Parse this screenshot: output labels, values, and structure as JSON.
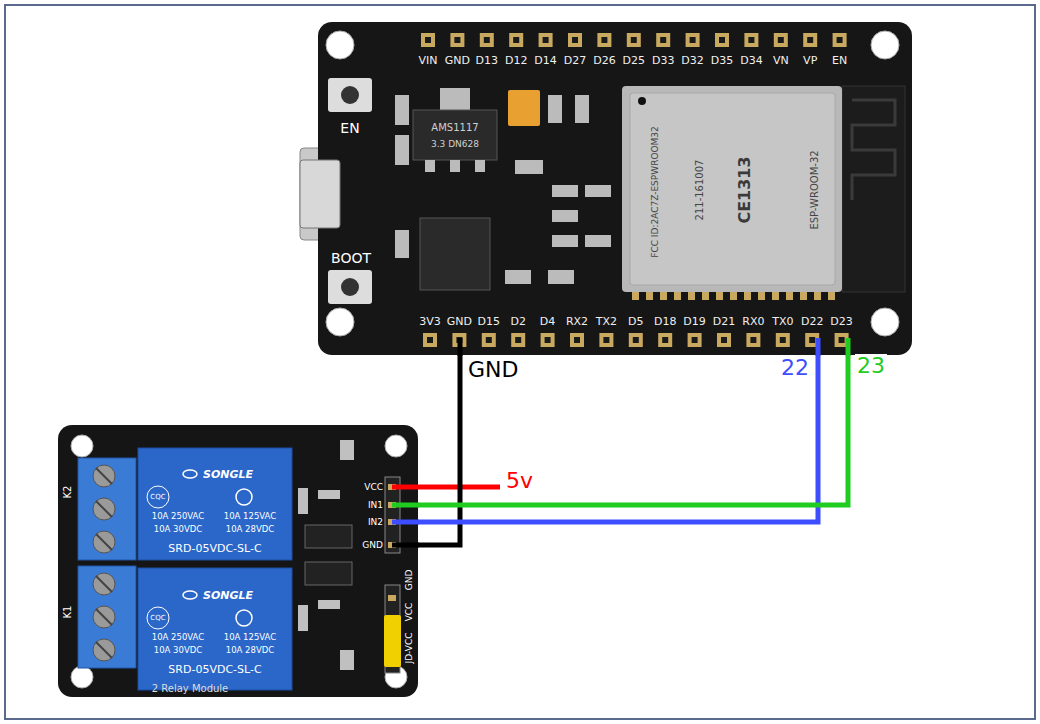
{
  "diagram": {
    "nodes": [
      {
        "text": [
          "VIN",
          "GND",
          "D13",
          "D12",
          "D14",
          "D27",
          "D26",
          "D25",
          "D33",
          "D32",
          "D35",
          "D34",
          "VN",
          "VP",
          "EN",
          "EN",
          "BOOT",
          "3V3",
          "GND",
          "D15",
          "D2",
          "D4",
          "RX2",
          "TX2",
          "D5",
          "D18",
          "D19",
          "D21",
          "RX0",
          "TX0",
          "D22",
          "D23"
        ]
      },
      {
        "text": [
          "AMS1117",
          "3.3 DN628"
        ],
        "in": 0
      },
      {
        "text": [
          "FCC ID:2AC7Z-ESPWROOM32",
          "CE1313",
          "211-161007",
          "ESP-WROOM-32"
        ],
        "in": 0
      },
      {
        "text": [
          "K2",
          "K1",
          "VCC",
          "IN1",
          "IN2",
          "GND",
          "JD-VCC",
          "VCC",
          "GND",
          "2 Relay Module"
        ]
      },
      {
        "text": [
          "SONGLE",
          "CQC",
          "10A 250VAC",
          "10A 125VAC",
          "10A 30VDC",
          "10A 28VDC",
          "SRD-05VDC-SL-C"
        ],
        "in": 3
      },
      {
        "text": [
          "SONGLE",
          "CQC",
          "10A 250VAC",
          "10A 125VAC",
          "10A 30VDC",
          "10A 28VDC",
          "SRD-05VDC-SL-C"
        ],
        "in": 3
      }
    ],
    "edges": [
      {
        "from": 0,
        "to": 3,
        "arrow": "none",
        "label": "GND"
      },
      {
        "from": 0,
        "to": 3,
        "arrow": "none",
        "label": "22"
      },
      {
        "from": 0,
        "to": 3,
        "arrow": "none",
        "label": "23"
      }
    ],
    "labels": [
      "5v"
    ]
  }
}
